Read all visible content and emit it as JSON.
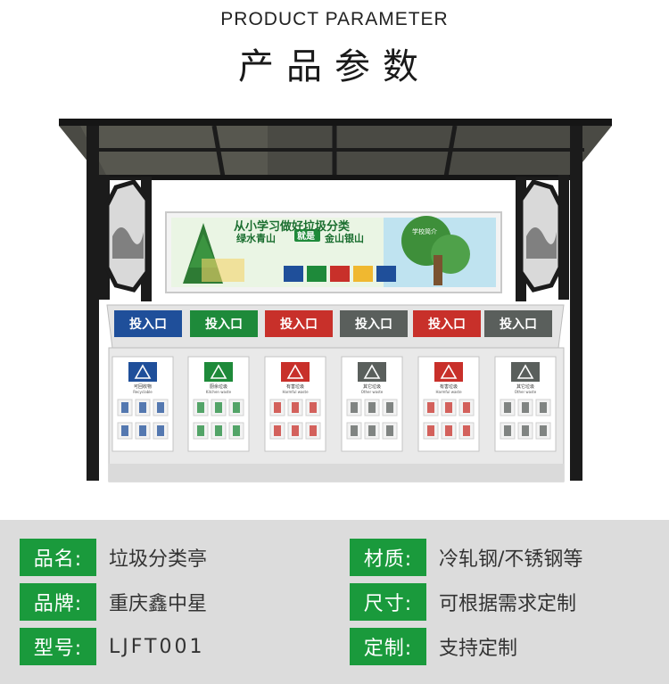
{
  "header": {
    "title_en": "PRODUCT PARAMETER",
    "title_zh": "产品参数"
  },
  "illustration": {
    "banner_title": "从小学习做好垃圾分类",
    "banner_slogan_left": "绿水青山",
    "banner_slogan_mid": "就是",
    "banner_slogan_right": "金山银山",
    "banner_small_note": "学校简介",
    "slots": [
      {
        "label": "投入口",
        "color": "#1f4f9a",
        "sign": "可回收物",
        "sign_en": "Recyclable"
      },
      {
        "label": "投入口",
        "color": "#1e8a3a",
        "sign": "厨余垃圾",
        "sign_en": "Kitchen waste"
      },
      {
        "label": "投入口",
        "color": "#c8302a",
        "sign": "有害垃圾",
        "sign_en": "Harmful waste"
      },
      {
        "label": "投入口",
        "color": "#5a5f5c",
        "sign": "其它垃圾",
        "sign_en": "Other waste"
      },
      {
        "label": "投入口",
        "color": "#c8302a",
        "sign": "有害垃圾",
        "sign_en": "Harmful waste"
      },
      {
        "label": "投入口",
        "color": "#5a5f5c",
        "sign": "其它垃圾",
        "sign_en": "Other waste"
      }
    ]
  },
  "params": [
    {
      "label": "品名:",
      "value": "垃圾分类亭"
    },
    {
      "label": "材质:",
      "value": "冷轧钢/不锈钢等"
    },
    {
      "label": "品牌:",
      "value": "重庆鑫中星"
    },
    {
      "label": "尺寸:",
      "value": "可根据需求定制"
    },
    {
      "label": "型号:",
      "value": "LJFT001"
    },
    {
      "label": "定制:",
      "value": "支持定制"
    }
  ],
  "colors": {
    "accent": "#1a9a3c",
    "frame": "#1b1b1b",
    "roof": "#3e3e38"
  }
}
